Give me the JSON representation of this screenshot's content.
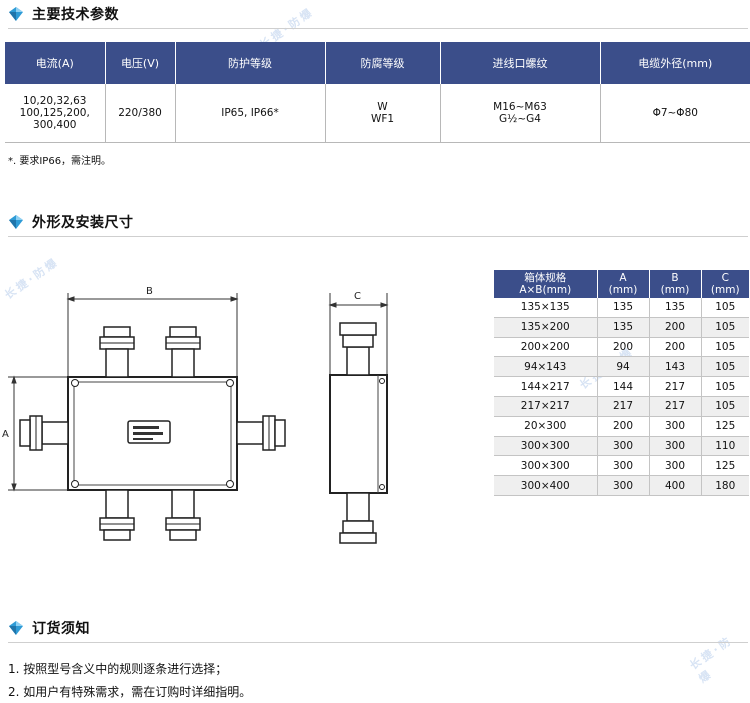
{
  "sections": {
    "specs_title": "主要技术参数",
    "dims_title": "外形及安装尺寸",
    "order_title": "订货须知"
  },
  "spec_table": {
    "headers": [
      "电流(A)",
      "电压(V)",
      "防护等级",
      "防腐等级",
      "进线口螺纹",
      "电缆外径(mm)"
    ],
    "row": {
      "current": [
        "10,20,32,63",
        "100,125,200,",
        "300,400"
      ],
      "voltage": "220/380",
      "protection": "IP65, IP66*",
      "anticorrosion": [
        "W",
        "WF1"
      ],
      "thread": [
        "M16~M63",
        "G½~G4"
      ],
      "cable": "Φ7~Φ80"
    }
  },
  "note": "*. 要求IP66，需注明。",
  "drawing": {
    "label_b": "B",
    "label_a": "A",
    "label_c": "C"
  },
  "dim_table": {
    "headers": [
      {
        "l1": "箱体规格",
        "l2": "A×B(mm)"
      },
      {
        "l1": "A",
        "l2": "(mm)"
      },
      {
        "l1": "B",
        "l2": "(mm)"
      },
      {
        "l1": "C",
        "l2": "(mm)"
      }
    ],
    "rows": [
      [
        "135×135",
        "135",
        "135",
        "105"
      ],
      [
        "135×200",
        "135",
        "200",
        "105"
      ],
      [
        "200×200",
        "200",
        "200",
        "105"
      ],
      [
        "94×143",
        "94",
        "143",
        "105"
      ],
      [
        "144×217",
        "144",
        "217",
        "105"
      ],
      [
        "217×217",
        "217",
        "217",
        "105"
      ],
      [
        "20×300",
        "200",
        "300",
        "125"
      ],
      [
        "300×300",
        "300",
        "300",
        "110"
      ],
      [
        "300×300",
        "300",
        "300",
        "125"
      ],
      [
        "300×400",
        "300",
        "400",
        "180"
      ]
    ]
  },
  "order_items": [
    "1. 按照型号含义中的规则逐条进行选择；",
    "2. 如用户有特殊需求，需在订购时详细指明。"
  ],
  "watermark": "长捷·防爆",
  "colors": {
    "header_bg": "#3b4e8a",
    "icon": "#2e9bd6",
    "rule": "#cfcfcf"
  }
}
